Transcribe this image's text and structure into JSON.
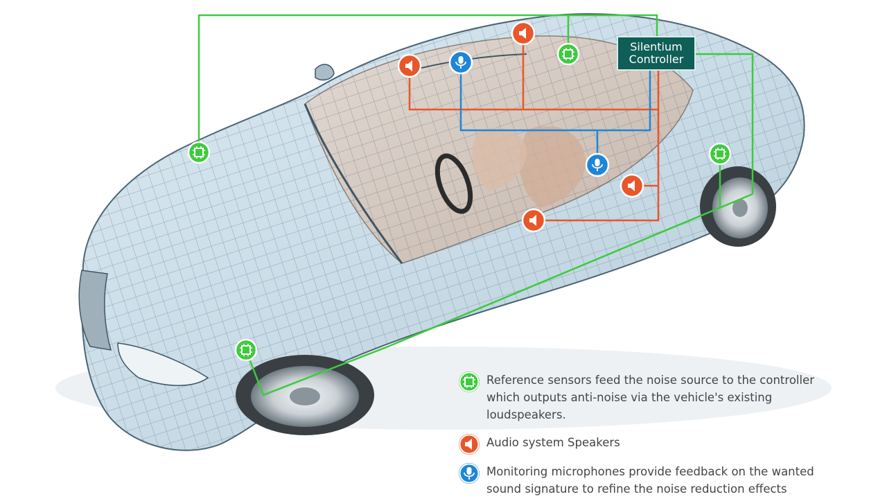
{
  "controller": {
    "line1": "Silentium",
    "line2": "Controller"
  },
  "legend": {
    "sensor": {
      "icon": "chip-sensor-icon",
      "color": "#3ccb3c",
      "lines": [
        "Reference sensors feed the noise source to the controller",
        "which outputs anti-noise via the vehicle's existing",
        "loudspeakers."
      ]
    },
    "speaker": {
      "icon": "speaker-icon",
      "color": "#e8562a",
      "lines": [
        "Audio system Speakers"
      ]
    },
    "microphone": {
      "icon": "microphone-icon",
      "color": "#1f86d6",
      "lines": [
        "Monitoring microphones provide feedback on the wanted",
        "sound signature to refine the noise reduction effects"
      ]
    }
  },
  "colors": {
    "sensor_line": "#3ccb3c",
    "speaker_line": "#e8562a",
    "mic_line": "#1f86d6",
    "controller_bg": "#0f5e57"
  }
}
